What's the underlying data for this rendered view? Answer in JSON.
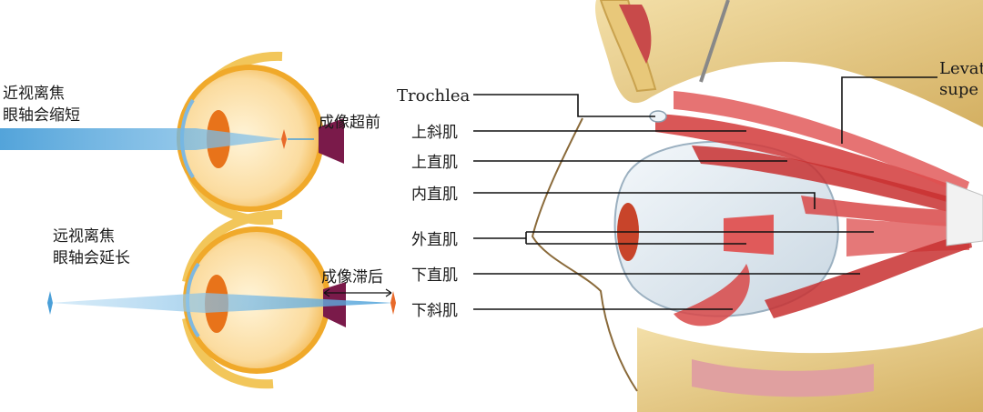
{
  "left_panel": {
    "myopia": {
      "line1": "近视离焦",
      "line2": "眼轴会缩短",
      "focus_label": "成像超前"
    },
    "hyperopia": {
      "line1": "远视离焦",
      "line2": "眼轴会延长",
      "focus_label": "成像滞后"
    }
  },
  "right_panel": {
    "labels": {
      "trochlea": "Trochlea",
      "superior_oblique": "上斜肌",
      "superior_rectus": "上直肌",
      "medial_rectus": "内直肌",
      "lateral_rectus": "外直肌",
      "inferior_rectus": "下直肌",
      "inferior_oblique": "下斜肌",
      "levator_line1": "Levat",
      "levator_line2": "supe"
    }
  },
  "colors": {
    "light_beam": "#4a9fd8",
    "sclera": "#f0a92a",
    "lens": "#e8731a",
    "optic_nerve": "#7a1a4a",
    "muscle": "#d23a3a",
    "bone": "#d9b96a"
  }
}
